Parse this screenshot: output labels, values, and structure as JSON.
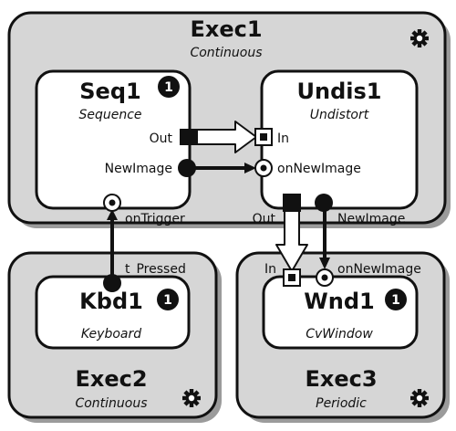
{
  "execs": [
    {
      "id": "exec1",
      "title": "Exec1",
      "subtitle": "Continuous"
    },
    {
      "id": "exec2",
      "title": "Exec2",
      "subtitle": "Continuous"
    },
    {
      "id": "exec3",
      "title": "Exec3",
      "subtitle": "Periodic"
    }
  ],
  "components": [
    {
      "id": "seq1",
      "title": "Seq1",
      "subtitle": "Sequence",
      "badge": "1"
    },
    {
      "id": "undis1",
      "title": "Undis1",
      "subtitle": "Undistort",
      "badge": ""
    },
    {
      "id": "kbd1",
      "title": "Kbd1",
      "subtitle": "Keyboard",
      "badge": "1"
    },
    {
      "id": "wnd1",
      "title": "Wnd1",
      "subtitle": "CvWindow",
      "badge": "1"
    }
  ],
  "ports": {
    "seq1_out": "Out",
    "seq1_newimage": "NewImage",
    "seq1_ontrigger": "onTrigger",
    "undis1_in": "In",
    "undis1_onnewimage": "onNewImage",
    "undis1_out": "Out",
    "undis1_newimage": "NewImage",
    "kbd1_tpressed": "t_Pressed",
    "wnd1_in": "In",
    "wnd1_onnewimage": "onNewImage"
  },
  "icons": {
    "gear": "gear-icon"
  }
}
